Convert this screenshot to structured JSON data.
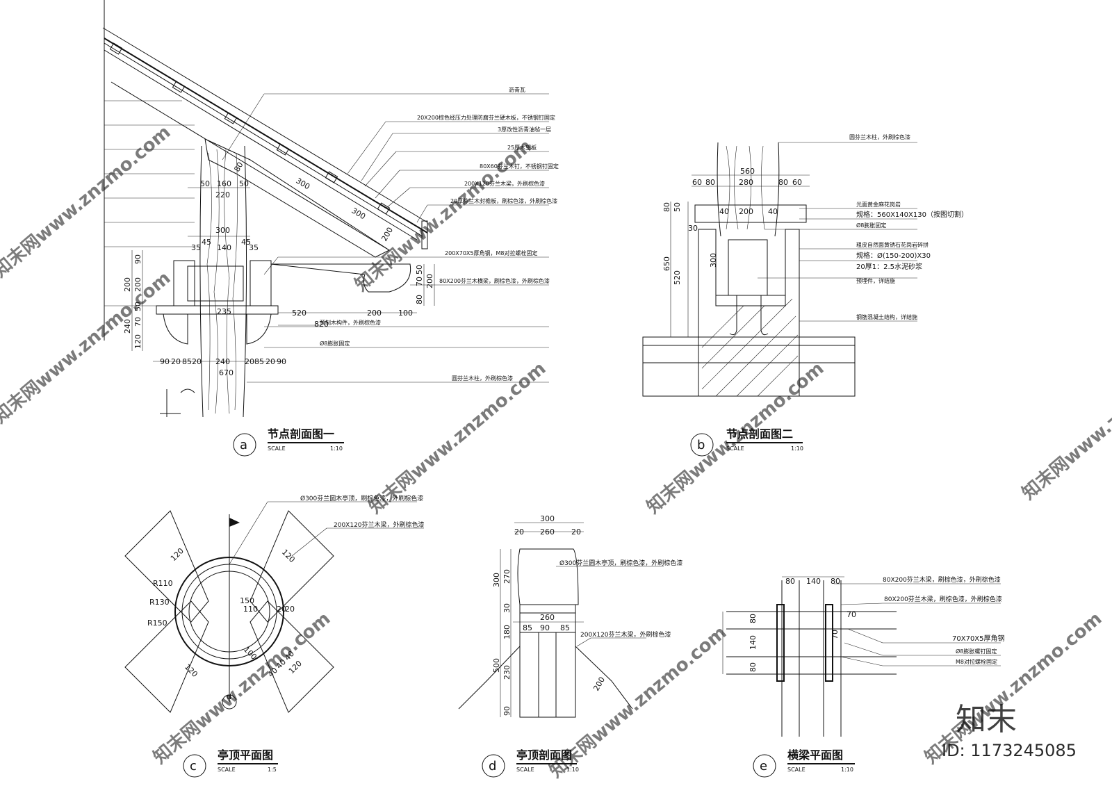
{
  "details": [
    {
      "id": "a",
      "tag": "a",
      "title": "节点剖面图一",
      "scale_label": "SCALE",
      "scale": "1:10"
    },
    {
      "id": "b",
      "tag": "b",
      "title": "节点剖面图二",
      "scale_label": "SCALE",
      "scale": "1:10"
    },
    {
      "id": "c",
      "tag": "c",
      "title": "亭顶平面图",
      "scale_label": "SCALE",
      "scale": "1:5"
    },
    {
      "id": "d",
      "tag": "d",
      "title": "亭顶剖面图",
      "scale_label": "SCALE",
      "scale": "1:10"
    },
    {
      "id": "e",
      "tag": "e",
      "title": "横梁平面图",
      "scale_label": "SCALE",
      "scale": "1:10"
    }
  ],
  "detail_a": {
    "notes": [
      "沥青瓦",
      "20X200棕色经压力处理防腐芬兰硬木板，不锈钢钉固定",
      "3厚改性沥青油毡一层",
      "25厚木望板",
      "80X60芬兰木钉，不锈钢钉固定",
      "200X120芬兰木梁，外刷棕色漆",
      "20厚芬兰木封檐板，刷棕色漆，外刷棕色漆",
      "200X70X5厚角钢，M8对拉螺栓固定",
      "80X200芬兰木横梁，刷棕色漆，外刷棕色漆",
      "预制木构件，外刷棕色漆",
      "Ø8膨胀固定",
      "圆芬兰木柱，外刷棕色漆"
    ],
    "dims": [
      "80",
      "300",
      "300",
      "200",
      "50",
      "160",
      "50",
      "220",
      "300",
      "35",
      "45",
      "140",
      "45",
      "35",
      "90",
      "200",
      "200",
      "240",
      "70",
      "50",
      "120",
      "235",
      "50",
      "70",
      "200",
      "80",
      "520",
      "200",
      "100",
      "820",
      "90",
      "20",
      "85",
      "20",
      "240",
      "20",
      "85",
      "20",
      "90",
      "670"
    ]
  },
  "detail_b": {
    "notes": [
      "圆芬兰木柱，外刷棕色漆",
      "光面黄金麻花岗岩",
      "规格：560X140X130（按图切割）",
      "Ø8膨胀固定",
      "粗皮自然面黄锈石花岗岩碎拼",
      "规格：Ø(150-200)X30",
      "20厚1：2.5水泥砂浆",
      "预埋件，详结施",
      "钢筋混凝土结构，详结施"
    ],
    "dims": [
      "560",
      "60",
      "80",
      "280",
      "80",
      "60",
      "40",
      "200",
      "40",
      "80",
      "50",
      "30",
      "650",
      "520",
      "300"
    ]
  },
  "detail_c": {
    "notes": [
      "Ø300芬兰圆木亭顶，刷棕色漆，外刷棕色漆",
      "200X120芬兰木梁，外刷棕色漆"
    ],
    "dims": [
      "120",
      "120",
      "R110",
      "R130",
      "R150",
      "150",
      "110",
      "20",
      "20",
      "120",
      "100",
      "40",
      "40",
      "40",
      "120"
    ],
    "marker": "d"
  },
  "detail_d": {
    "notes": [
      "Ø300芬兰圆木亭顶，刷棕色漆，外刷棕色漆",
      "200X120芬兰木梁，外刷棕色漆"
    ],
    "dims": [
      "300",
      "20",
      "260",
      "20",
      "300",
      "270",
      "30",
      "260",
      "85",
      "90",
      "85",
      "180",
      "500",
      "230",
      "90",
      "200"
    ]
  },
  "detail_e": {
    "notes": [
      "80X200芬兰木梁，刷棕色漆，外刷棕色漆",
      "80X200芬兰木梁，刷棕色漆，外刷棕色漆",
      "70X70X5厚角钢",
      "Ø8膨胀螺钉固定",
      "M8对拉螺栓固定"
    ],
    "dims": [
      "80",
      "140",
      "80",
      "80",
      "140",
      "80",
      "70",
      "70"
    ]
  },
  "watermarks": {
    "brand": "知末",
    "id": "ID: 1173245085",
    "site": "知末网www.znzmo.com"
  }
}
